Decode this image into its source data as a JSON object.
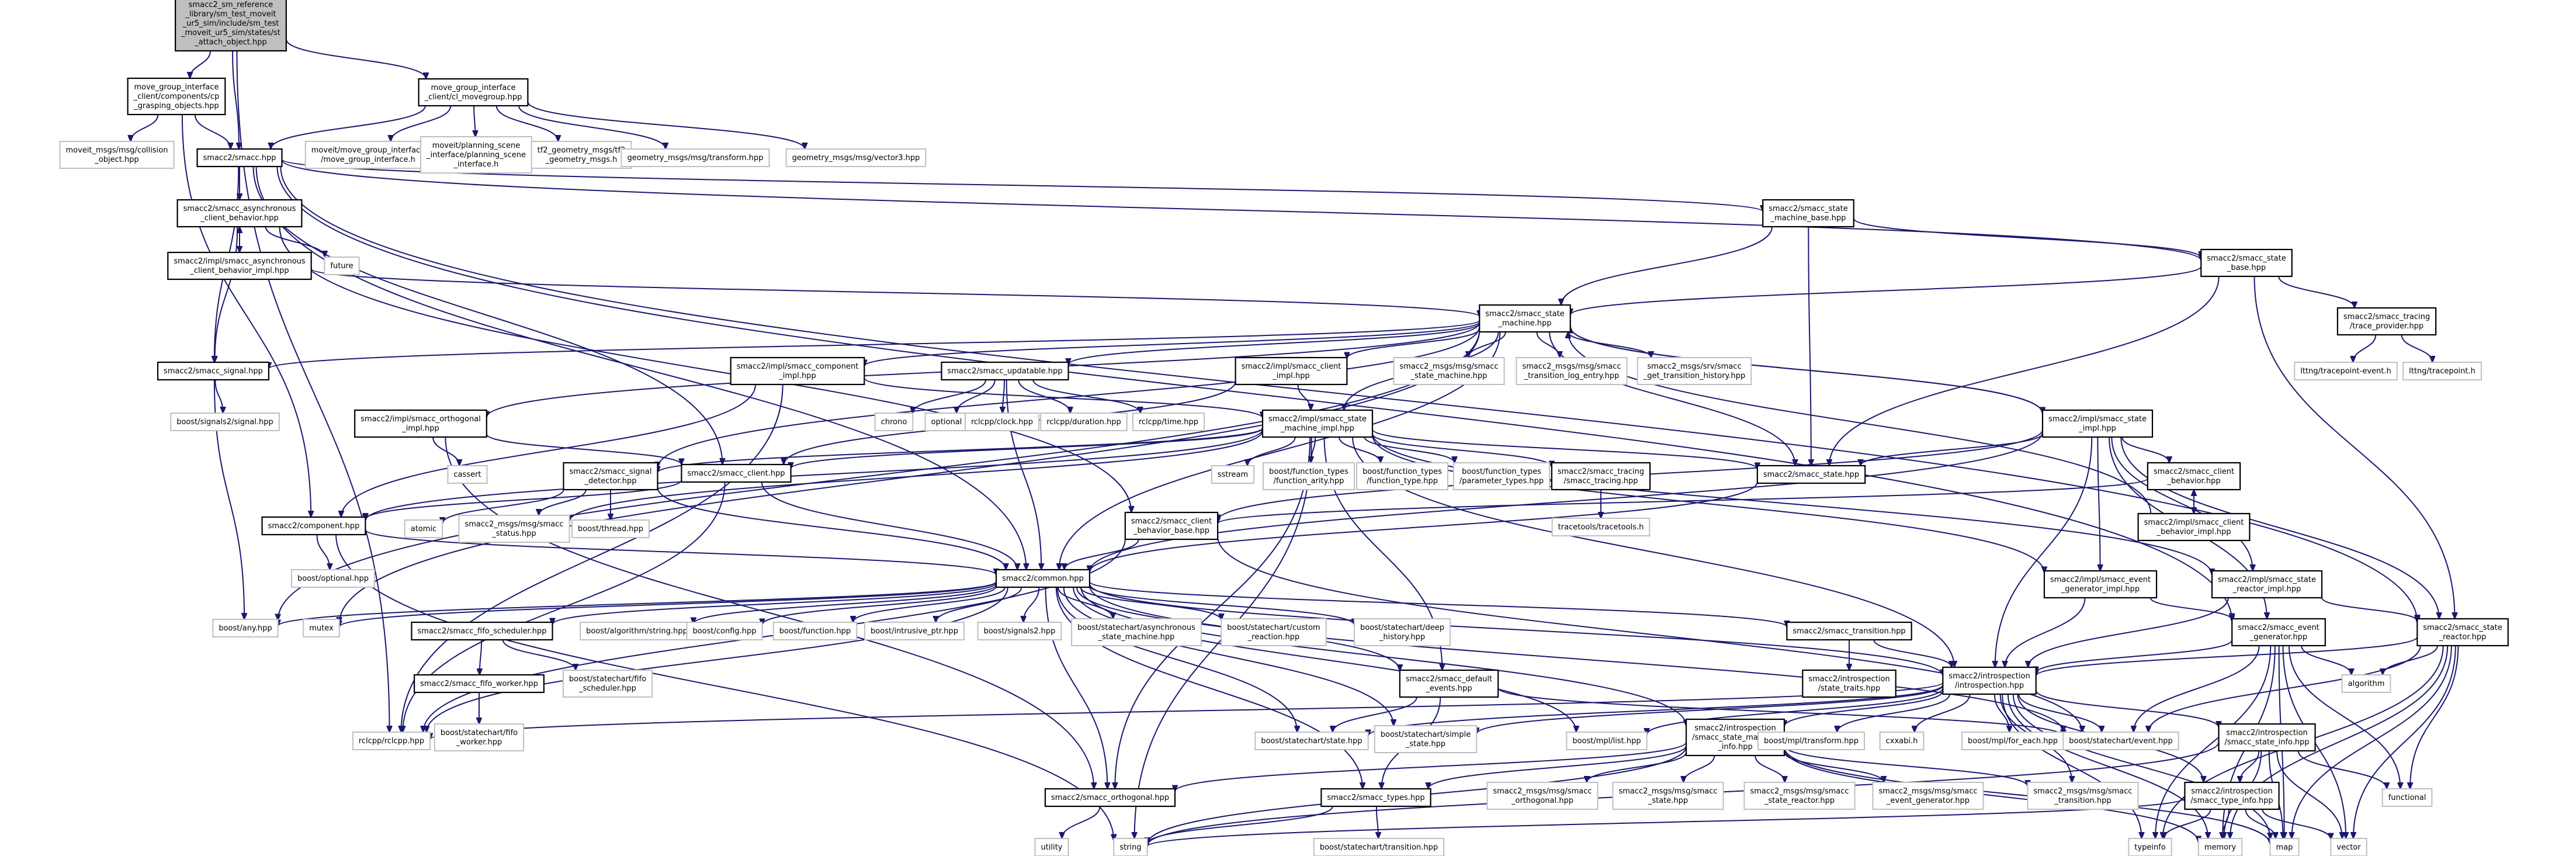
{
  "nodes": [
    {
      "id": "root",
      "lines": [
        "smacc2_sm_reference",
        "_library/sm_test_moveit",
        "_ur5_sim/include/sm_test",
        "_moveit_ur5_sim/states/st",
        "_attach_object.hpp"
      ]
    },
    {
      "id": "cp_grasping",
      "lines": [
        "move_group_interface",
        "_client/components/cp",
        "_grasping_objects.hpp"
      ]
    },
    {
      "id": "movegroup",
      "lines": [
        "move_group_interface",
        "_client/cl_movegroup.hpp"
      ]
    },
    {
      "id": "collision_object",
      "lines": [
        "moveit_msgs/msg/collision",
        "_object.hpp"
      ]
    },
    {
      "id": "smacc_hpp",
      "lines": [
        "smacc2/smacc.hpp"
      ]
    },
    {
      "id": "mgi_h",
      "lines": [
        "moveit/move_group_interface",
        "/move_group_interface.h"
      ]
    },
    {
      "id": "psi_h",
      "lines": [
        "moveit/planning_scene",
        "_interface/planning_scene",
        "_interface.h"
      ]
    },
    {
      "id": "tf2_msgs",
      "lines": [
        "tf2_geometry_msgs/tf2",
        "_geometry_msgs.h"
      ]
    },
    {
      "id": "transform",
      "lines": [
        "geometry_msgs/msg/transform.hpp"
      ]
    },
    {
      "id": "vector3",
      "lines": [
        "geometry_msgs/msg/vector3.hpp"
      ]
    },
    {
      "id": "async_cb",
      "lines": [
        "smacc2/smacc_asynchronous",
        "_client_behavior.hpp"
      ]
    },
    {
      "id": "async_cb_impl",
      "lines": [
        "smacc2/impl/smacc_asynchronous",
        "_client_behavior_impl.hpp"
      ]
    },
    {
      "id": "future",
      "lines": [
        "future"
      ]
    },
    {
      "id": "sm_base",
      "lines": [
        "smacc2/smacc_state",
        "_machine_base.hpp"
      ]
    },
    {
      "id": "state_base",
      "lines": [
        "smacc2/smacc_state",
        "_base.hpp"
      ]
    },
    {
      "id": "tracing_tp",
      "lines": [
        "smacc2/smacc_tracing",
        "/trace_provider.hpp"
      ]
    },
    {
      "id": "lttng_event",
      "lines": [
        "lttng/tracepoint-event.h"
      ]
    },
    {
      "id": "lttng_tp",
      "lines": [
        "lttng/tracepoint.h"
      ]
    },
    {
      "id": "state_machine",
      "lines": [
        "smacc2/smacc_state",
        "_machine.hpp"
      ]
    },
    {
      "id": "signal",
      "lines": [
        "smacc2/smacc_signal.hpp"
      ]
    },
    {
      "id": "comp_impl",
      "lines": [
        "smacc2/impl/smacc_component",
        "_impl.hpp"
      ]
    },
    {
      "id": "updatable",
      "lines": [
        "smacc2/smacc_updatable.hpp"
      ]
    },
    {
      "id": "client_impl",
      "lines": [
        "smacc2/impl/smacc_client",
        "_impl.hpp"
      ]
    },
    {
      "id": "msg_sm",
      "lines": [
        "smacc2_msgs/msg/smacc",
        "_state_machine.hpp"
      ]
    },
    {
      "id": "msg_tle",
      "lines": [
        "smacc2_msgs/msg/smacc",
        "_transition_log_entry.hpp"
      ]
    },
    {
      "id": "srv_hist",
      "lines": [
        "smacc2_msgs/srv/smacc",
        "_get_transition_history.hpp"
      ]
    },
    {
      "id": "signals2_signal",
      "lines": [
        "boost/signals2/signal.hpp"
      ]
    },
    {
      "id": "orth_impl",
      "lines": [
        "smacc2/impl/smacc_orthogonal",
        "_impl.hpp"
      ]
    },
    {
      "id": "chrono",
      "lines": [
        "chrono"
      ]
    },
    {
      "id": "optional",
      "lines": [
        "optional"
      ]
    },
    {
      "id": "clock",
      "lines": [
        "rclcpp/clock.hpp"
      ]
    },
    {
      "id": "duration",
      "lines": [
        "rclcpp/duration.hpp"
      ]
    },
    {
      "id": "time",
      "lines": [
        "rclcpp/time.hpp"
      ]
    },
    {
      "id": "sm_impl",
      "lines": [
        "smacc2/impl/smacc_state",
        "_machine_impl.hpp"
      ]
    },
    {
      "id": "state_impl",
      "lines": [
        "smacc2/impl/smacc_state",
        "_impl.hpp"
      ]
    },
    {
      "id": "cassert",
      "lines": [
        "cassert"
      ]
    },
    {
      "id": "signal_detector",
      "lines": [
        "smacc2/smacc_signal",
        "_detector.hpp"
      ]
    },
    {
      "id": "client_hpp",
      "lines": [
        "smacc2/smacc_client.hpp"
      ]
    },
    {
      "id": "sstream",
      "lines": [
        "sstream"
      ]
    },
    {
      "id": "ft_arity",
      "lines": [
        "boost/function_types",
        "/function_arity.hpp"
      ]
    },
    {
      "id": "ft_type",
      "lines": [
        "boost/function_types",
        "/function_type.hpp"
      ]
    },
    {
      "id": "ft_param",
      "lines": [
        "boost/function_types",
        "/parameter_types.hpp"
      ]
    },
    {
      "id": "tracing",
      "lines": [
        "smacc2/smacc_tracing",
        "/smacc_tracing.hpp"
      ]
    },
    {
      "id": "state_hpp",
      "lines": [
        "smacc2/smacc_state.hpp"
      ]
    },
    {
      "id": "client_behavior",
      "lines": [
        "smacc2/smacc_client",
        "_behavior.hpp"
      ]
    },
    {
      "id": "client_behavior_impl",
      "lines": [
        "smacc2/impl/smacc_client",
        "_behavior_impl.hpp"
      ]
    },
    {
      "id": "atomic",
      "lines": [
        "atomic"
      ]
    },
    {
      "id": "msg_status",
      "lines": [
        "smacc2_msgs/msg/smacc",
        "_status.hpp"
      ]
    },
    {
      "id": "thread",
      "lines": [
        "boost/thread.hpp"
      ]
    },
    {
      "id": "component",
      "lines": [
        "smacc2/component.hpp"
      ]
    },
    {
      "id": "cb_base",
      "lines": [
        "smacc2/smacc_client",
        "_behavior_base.hpp"
      ]
    },
    {
      "id": "tracetools",
      "lines": [
        "tracetools/tracetools.h"
      ]
    },
    {
      "id": "boost_optional",
      "lines": [
        "boost/optional.hpp"
      ]
    },
    {
      "id": "common",
      "lines": [
        "smacc2/common.hpp"
      ]
    },
    {
      "id": "event_gen_impl",
      "lines": [
        "smacc2/impl/smacc_event",
        "_generator_impl.hpp"
      ]
    },
    {
      "id": "reactor_impl",
      "lines": [
        "smacc2/impl/smacc_state",
        "_reactor_impl.hpp"
      ]
    },
    {
      "id": "boost_any",
      "lines": [
        "boost/any.hpp"
      ]
    },
    {
      "id": "mutex",
      "lines": [
        "mutex"
      ]
    },
    {
      "id": "fifo_sched",
      "lines": [
        "smacc2/smacc_fifo_scheduler.hpp"
      ]
    },
    {
      "id": "algo_string",
      "lines": [
        "boost/algorithm/string.hpp"
      ]
    },
    {
      "id": "config",
      "lines": [
        "boost/config.hpp"
      ]
    },
    {
      "id": "function",
      "lines": [
        "boost/function.hpp"
      ]
    },
    {
      "id": "intrusive",
      "lines": [
        "boost/intrusive_ptr.hpp"
      ]
    },
    {
      "id": "signals2",
      "lines": [
        "boost/signals2.hpp"
      ]
    },
    {
      "id": "sc_async",
      "lines": [
        "boost/statechart/asynchronous",
        "_state_machine.hpp"
      ]
    },
    {
      "id": "sc_custom",
      "lines": [
        "boost/statechart/custom",
        "_reaction.hpp"
      ]
    },
    {
      "id": "sc_deep",
      "lines": [
        "boost/statechart/deep",
        "_history.hpp"
      ]
    },
    {
      "id": "transition",
      "lines": [
        "smacc2/smacc_transition.hpp"
      ]
    },
    {
      "id": "event_gen",
      "lines": [
        "smacc2/smacc_event",
        "_generator.hpp"
      ]
    },
    {
      "id": "state_reactor",
      "lines": [
        "smacc2/smacc_state",
        "_reactor.hpp"
      ]
    },
    {
      "id": "fifo_worker",
      "lines": [
        "smacc2/smacc_fifo_worker.hpp"
      ]
    },
    {
      "id": "sc_fifo_sched",
      "lines": [
        "boost/statechart/fifo",
        "_scheduler.hpp"
      ]
    },
    {
      "id": "default_events",
      "lines": [
        "smacc2/smacc_default",
        "_events.hpp"
      ]
    },
    {
      "id": "state_traits",
      "lines": [
        "smacc2/introspection",
        "/state_traits.hpp"
      ]
    },
    {
      "id": "introspection",
      "lines": [
        "smacc2/introspection",
        "/introspection.hpp"
      ]
    },
    {
      "id": "algorithm",
      "lines": [
        "algorithm"
      ]
    },
    {
      "id": "sc_fifo_worker",
      "lines": [
        "boost/statechart/fifo",
        "_worker.hpp"
      ]
    },
    {
      "id": "rclcpp",
      "lines": [
        "rclcpp/rclcpp.hpp"
      ]
    },
    {
      "id": "sc_state",
      "lines": [
        "boost/statechart/state.hpp"
      ]
    },
    {
      "id": "sc_simple",
      "lines": [
        "boost/statechart/simple",
        "_state.hpp"
      ]
    },
    {
      "id": "mpl_list",
      "lines": [
        "boost/mpl/list.hpp"
      ]
    },
    {
      "id": "sm_info",
      "lines": [
        "smacc2/introspection",
        "/smacc_state_machine",
        "_info.hpp"
      ]
    },
    {
      "id": "mpl_transform",
      "lines": [
        "boost/mpl/transform.hpp"
      ]
    },
    {
      "id": "cxxabi",
      "lines": [
        "cxxabi.h"
      ]
    },
    {
      "id": "mpl_foreach",
      "lines": [
        "boost/mpl/for_each.hpp"
      ]
    },
    {
      "id": "sc_event",
      "lines": [
        "boost/statechart/event.hpp"
      ]
    },
    {
      "id": "state_info",
      "lines": [
        "smacc2/introspection",
        "/smacc_state_info.hpp"
      ]
    },
    {
      "id": "orthogonal",
      "lines": [
        "smacc2/smacc_orthogonal.hpp"
      ]
    },
    {
      "id": "types",
      "lines": [
        "smacc2/smacc_types.hpp"
      ]
    },
    {
      "id": "msg_orth",
      "lines": [
        "smacc2_msgs/msg/smacc",
        "_orthogonal.hpp"
      ]
    },
    {
      "id": "msg_state",
      "lines": [
        "smacc2_msgs/msg/smacc",
        "_state.hpp"
      ]
    },
    {
      "id": "msg_reactor",
      "lines": [
        "smacc2_msgs/msg/smacc",
        "_state_reactor.hpp"
      ]
    },
    {
      "id": "msg_evgen",
      "lines": [
        "smacc2_msgs/msg/smacc",
        "_event_generator.hpp"
      ]
    },
    {
      "id": "msg_trans",
      "lines": [
        "smacc2_msgs/msg/smacc",
        "_transition.hpp"
      ]
    },
    {
      "id": "type_info",
      "lines": [
        "smacc2/introspection",
        "/smacc_type_info.hpp"
      ]
    },
    {
      "id": "functional",
      "lines": [
        "functional"
      ]
    },
    {
      "id": "utility",
      "lines": [
        "utility"
      ]
    },
    {
      "id": "string",
      "lines": [
        "string"
      ]
    },
    {
      "id": "sc_transition",
      "lines": [
        "boost/statechart/transition.hpp"
      ]
    },
    {
      "id": "typeinfo",
      "lines": [
        "typeinfo"
      ]
    },
    {
      "id": "memory",
      "lines": [
        "memory"
      ]
    },
    {
      "id": "map",
      "lines": [
        "map"
      ]
    },
    {
      "id": "vector",
      "lines": [
        "vector"
      ]
    }
  ]
}
